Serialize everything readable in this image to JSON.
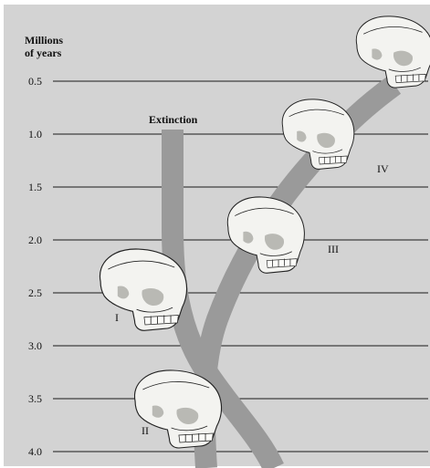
{
  "axis": {
    "title_line1": "Millions",
    "title_line2": "of years",
    "ticks": [
      "0.5",
      "1.0",
      "1.5",
      "2.0",
      "2.5",
      "3.0",
      "3.5",
      "4.0"
    ]
  },
  "annotations": {
    "extinction": "Extinction"
  },
  "skulls": [
    {
      "label": "I",
      "icon": "skull-icon"
    },
    {
      "label": "II",
      "icon": "skull-icon"
    },
    {
      "label": "III",
      "icon": "skull-icon"
    },
    {
      "label": "IV",
      "icon": "skull-icon"
    },
    {
      "label": "",
      "icon": "skull-icon"
    }
  ],
  "colors": {
    "background": "#d3d3d3",
    "band": "#9a9a9a",
    "bone": "#f3f3f0"
  }
}
